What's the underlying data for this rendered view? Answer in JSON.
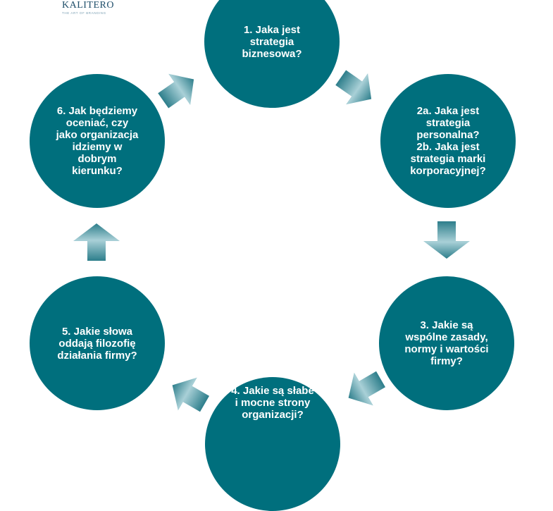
{
  "logo": {
    "name": "KALITERO",
    "tagline": "THE ART OF BRANDING"
  },
  "colors": {
    "circle": "#006f7d",
    "arrow_dark": "#2d7e8b",
    "arrow_light": "#a9d0d7"
  },
  "steps": [
    {
      "label": "1. Jaka jest\nstrategia\nbiznesowa?"
    },
    {
      "label": "2a. Jaka jest\nstrategia\npersonalna?\n2b. Jaka jest\nstrategia marki\nkorporacyjnej?"
    },
    {
      "label": "3. Jakie są\nwspólne zasady,\nnormy i wartości\nfirmy?"
    },
    {
      "label": "4. Jakie są słabe\ni mocne strony\norganizacji?"
    },
    {
      "label": "5. Jakie słowa\noddają filozofię\ndziałania firmy?"
    },
    {
      "label": "6. Jak będziemy\noceniać, czy\njako organizacja\nidziemy w\ndobrym\nkierunku?"
    }
  ]
}
